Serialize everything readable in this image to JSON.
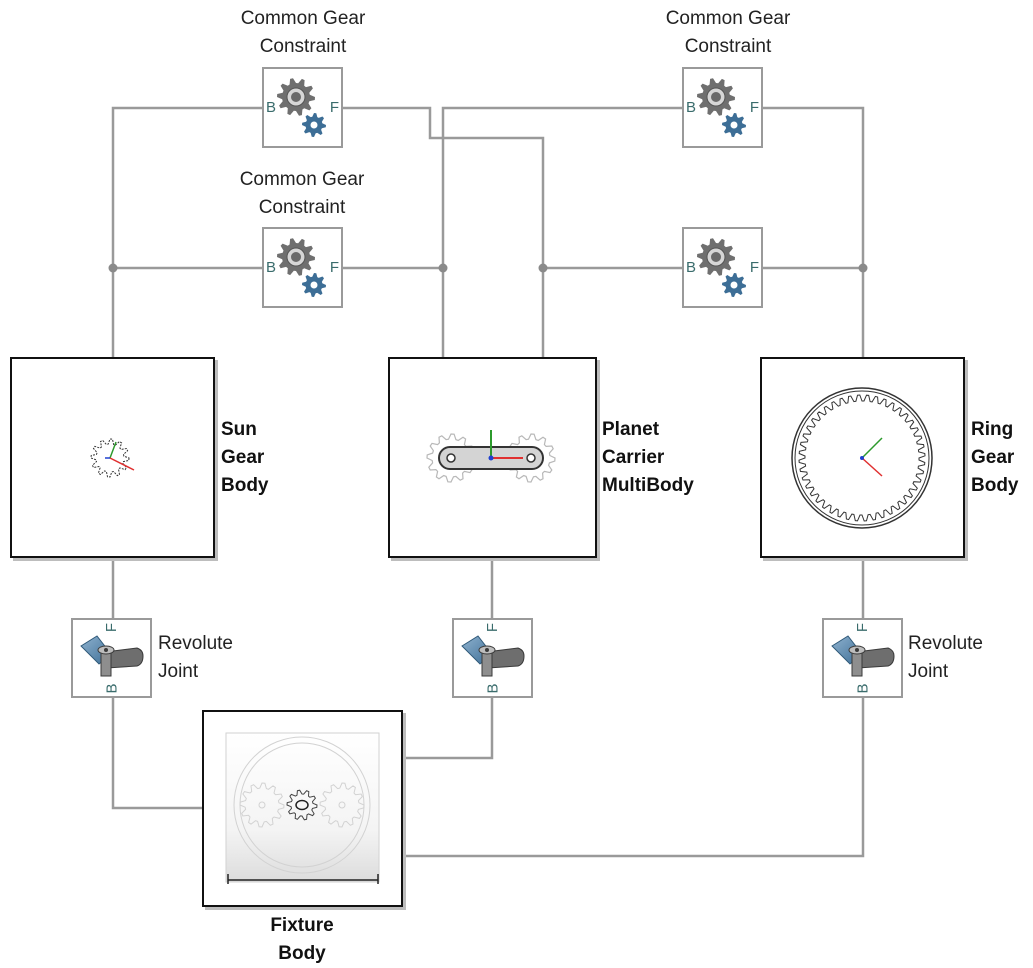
{
  "gear_constraints": [
    {
      "id": "gc1",
      "title_lines": [
        "Common Gear",
        "Constraint"
      ],
      "port_b": "B",
      "port_f": "F"
    },
    {
      "id": "gc2",
      "title_lines": [
        "Common Gear",
        "Constraint"
      ],
      "port_b": "B",
      "port_f": "F"
    },
    {
      "id": "gc3",
      "title_lines": [
        "Common Gear",
        "Constraint"
      ],
      "port_b": "B",
      "port_f": "F"
    },
    {
      "id": "gc4",
      "title_lines": [],
      "port_b": "B",
      "port_f": "F"
    }
  ],
  "bodies": {
    "sun": {
      "label_lines": [
        "Sun",
        "Gear",
        "Body"
      ]
    },
    "planet": {
      "label_lines": [
        "Planet",
        "Carrier",
        "MultiBody"
      ]
    },
    "ring": {
      "label_lines": [
        "Ring",
        "Gear",
        "Body"
      ]
    },
    "fixture": {
      "label_lines": [
        "Fixture",
        "Body"
      ]
    }
  },
  "joints": [
    {
      "id": "j1",
      "label_lines": [
        "Revolute",
        "Joint"
      ],
      "port_f": "F",
      "port_b": "B"
    },
    {
      "id": "j2",
      "label_lines": [],
      "port_f": "F",
      "port_b": "B"
    },
    {
      "id": "j3",
      "label_lines": [
        "Revolute",
        "Joint"
      ],
      "port_f": "F",
      "port_b": "B"
    }
  ],
  "colors": {
    "line": "#9a9a9a",
    "gear_dark": "#6f6f6f",
    "gear_blue": "#3d6e96",
    "axis_red": "#e03030",
    "axis_green": "#2c9a2c",
    "axis_blue": "#2040d0"
  }
}
